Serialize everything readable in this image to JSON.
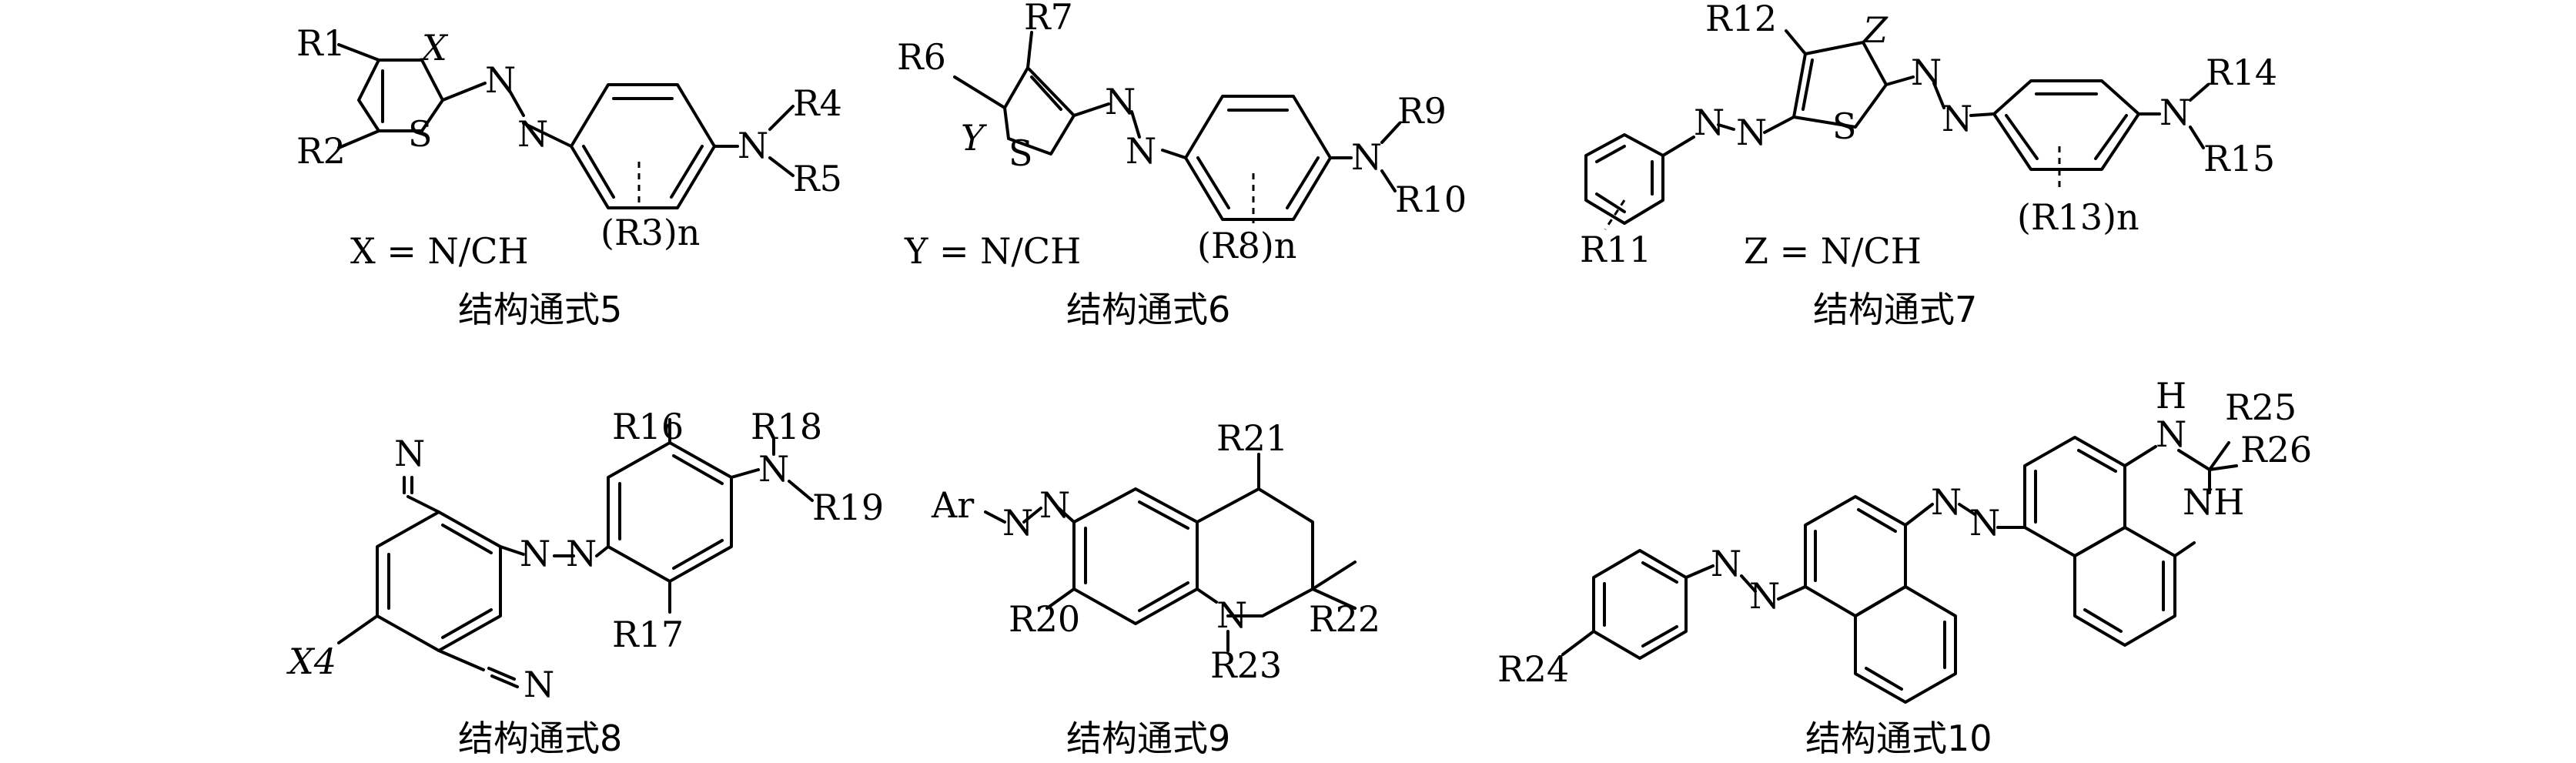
{
  "structures": [
    {
      "id": "s5",
      "title": "结构通式5",
      "condition": "X = N/CH",
      "labels": {
        "r1": "R1",
        "r2": "R2",
        "x": "X",
        "s": "S",
        "n1": "N",
        "n2": "N",
        "n_amine": "N",
        "r4": "R4",
        "r5": "R5",
        "r3n": "(R3)n"
      }
    },
    {
      "id": "s6",
      "title": "结构通式6",
      "condition": "Y = N/CH",
      "labels": {
        "r6": "R6",
        "r7": "R7",
        "y": "Y",
        "s": "S",
        "n1": "N",
        "n2": "N",
        "n_amine": "N",
        "r9": "R9",
        "r10": "R10",
        "r8n": "(R8)n"
      }
    },
    {
      "id": "s7",
      "title": "结构通式7",
      "condition": "Z = N/CH",
      "labels": {
        "r12": "R12",
        "z": "Z",
        "s": "S",
        "r11": "R11",
        "n1": "N",
        "n2": "N",
        "n3": "N",
        "n4": "N",
        "n_amine": "N",
        "r14": "R14",
        "r15": "R15",
        "r13n": "(R13)n"
      }
    },
    {
      "id": "s8",
      "title": "结构通式8",
      "labels": {
        "cn_top": "N",
        "cn_bottom": "N",
        "x4": "X4",
        "n1": "N",
        "n2": "N",
        "n_amine": "N",
        "r16": "R16",
        "r17": "R17",
        "r18": "R18",
        "r19": "R19"
      }
    },
    {
      "id": "s9",
      "title": "结构通式9",
      "labels": {
        "ar": "Ar",
        "n1": "N",
        "n2": "N",
        "n_ring": "N",
        "r20": "R20",
        "r21": "R21",
        "r22": "R22",
        "r23": "R23"
      }
    },
    {
      "id": "s10",
      "title": "结构通式10",
      "labels": {
        "r24": "R24",
        "n1": "N",
        "n2": "N",
        "n3": "N",
        "n4": "N",
        "h_top": "H",
        "n_top": "N",
        "nh_bottom": "NH",
        "r25": "R25",
        "r26": "R26"
      }
    }
  ]
}
